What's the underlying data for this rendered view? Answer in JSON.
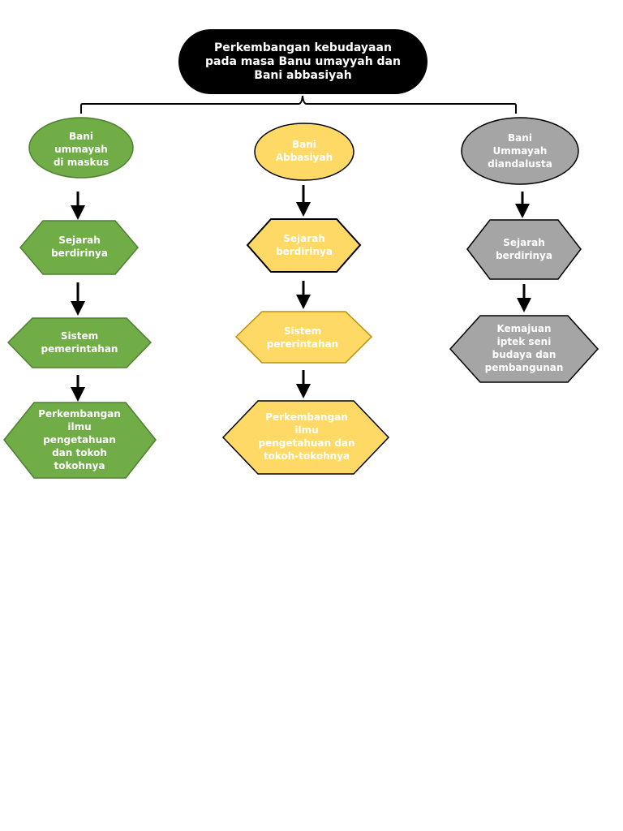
{
  "title": "Perkembangan kebudayaan\npada masa Banu umayyah dan\nBani abbasiyah",
  "colors": {
    "title_fill": "#000000",
    "green": "#70AD47",
    "green_stroke": "#507E32",
    "yellow": "#FFD966",
    "yellow_stroke": "#BF9000",
    "gray": "#A5A5A5",
    "gray_stroke": "#7B7B7B",
    "connector": "#000000",
    "label": "#FFFFFF"
  },
  "branches": [
    {
      "head": "Bani\nummayah\ndi maskus",
      "items": [
        "Sejarah\nberdirinya",
        "Sistem\npemerintahan",
        "Perkembangan\nilmu\npengetahuan\ndan tokoh\ntokohnya"
      ]
    },
    {
      "head": "Bani\nAbbasiyah",
      "items": [
        "Sejarah\nberdirinya",
        "Sistem\npererintahan",
        "Perkembangan\nilmu\npengetahuan dan\ntokoh-tokohnya"
      ]
    },
    {
      "head": "Bani\nUmmayah\ndiandalusta",
      "items": [
        "Sejarah\nberdirinya",
        "Kemajuan\niptek seni\nbudaya dan\npembangunan"
      ]
    }
  ]
}
